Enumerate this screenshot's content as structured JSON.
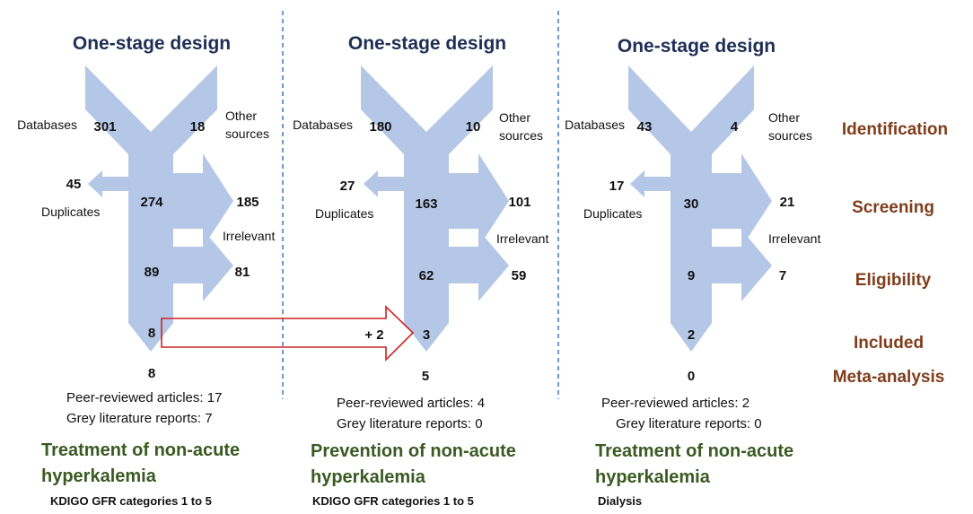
{
  "colors": {
    "funnel": "#b4c7e7",
    "divider": "#4f7fb8",
    "title": "#1f2e55",
    "stage": "#7f3d1b",
    "topic": "#3a5a22",
    "transfer_arrow": "#cc2222"
  },
  "columns": [
    {
      "title": "One-stage design",
      "databases_label": "Databases",
      "databases_count": "301",
      "other_count": "18",
      "other_label_1": "Other",
      "other_label_2": "sources",
      "duplicates_count": "45",
      "duplicates_label": "Duplicates",
      "screened_count": "274",
      "irrelevant_count": "185",
      "irrelevant_label": "Irrelevant",
      "eligible_count": "89",
      "excluded_count": "81",
      "included_count": "8",
      "meta_count": "8",
      "peer_reviewed": "Peer-reviewed articles: 17",
      "grey_literature": "Grey literature reports: 7",
      "topic_line_1": "Treatment of non-acute",
      "topic_line_2": "hyperkalemia",
      "category": "KDIGO GFR categories 1 to 5"
    },
    {
      "title": "One-stage design",
      "databases_label": "Databases",
      "databases_count": "180",
      "other_count": "10",
      "other_label_1": "Other",
      "other_label_2": "sources",
      "duplicates_count": "27",
      "duplicates_label": "Duplicates",
      "screened_count": "163",
      "irrelevant_count": "101",
      "irrelevant_label": "Irrelevant",
      "eligible_count": "62",
      "excluded_count": "59",
      "included_count": "3",
      "meta_count": "5",
      "peer_reviewed": "Peer-reviewed articles: 4",
      "grey_literature": "Grey literature reports: 0",
      "topic_line_1": "Prevention of non-acute",
      "topic_line_2": "hyperkalemia",
      "category": "KDIGO GFR categories 1 to 5"
    },
    {
      "title": "One-stage design",
      "databases_label": "Databases",
      "databases_count": "43",
      "other_count": "4",
      "other_label_1": "Other",
      "other_label_2": "sources",
      "duplicates_count": "17",
      "duplicates_label": "Duplicates",
      "screened_count": "30",
      "irrelevant_count": "21",
      "irrelevant_label": "Irrelevant",
      "eligible_count": "9",
      "excluded_count": "7",
      "included_count": "2",
      "meta_count": "0",
      "peer_reviewed": "Peer-reviewed articles: 2",
      "grey_literature": "Grey literature reports: 0",
      "topic_line_1": "Treatment of non-acute",
      "topic_line_2": "hyperkalemia",
      "category": "Dialysis"
    }
  ],
  "transfer": {
    "label": "+ 2"
  },
  "stages": {
    "identification": "Identification",
    "screening": "Screening",
    "eligibility": "Eligibility",
    "included": "Included",
    "meta_analysis": "Meta-analysis"
  }
}
